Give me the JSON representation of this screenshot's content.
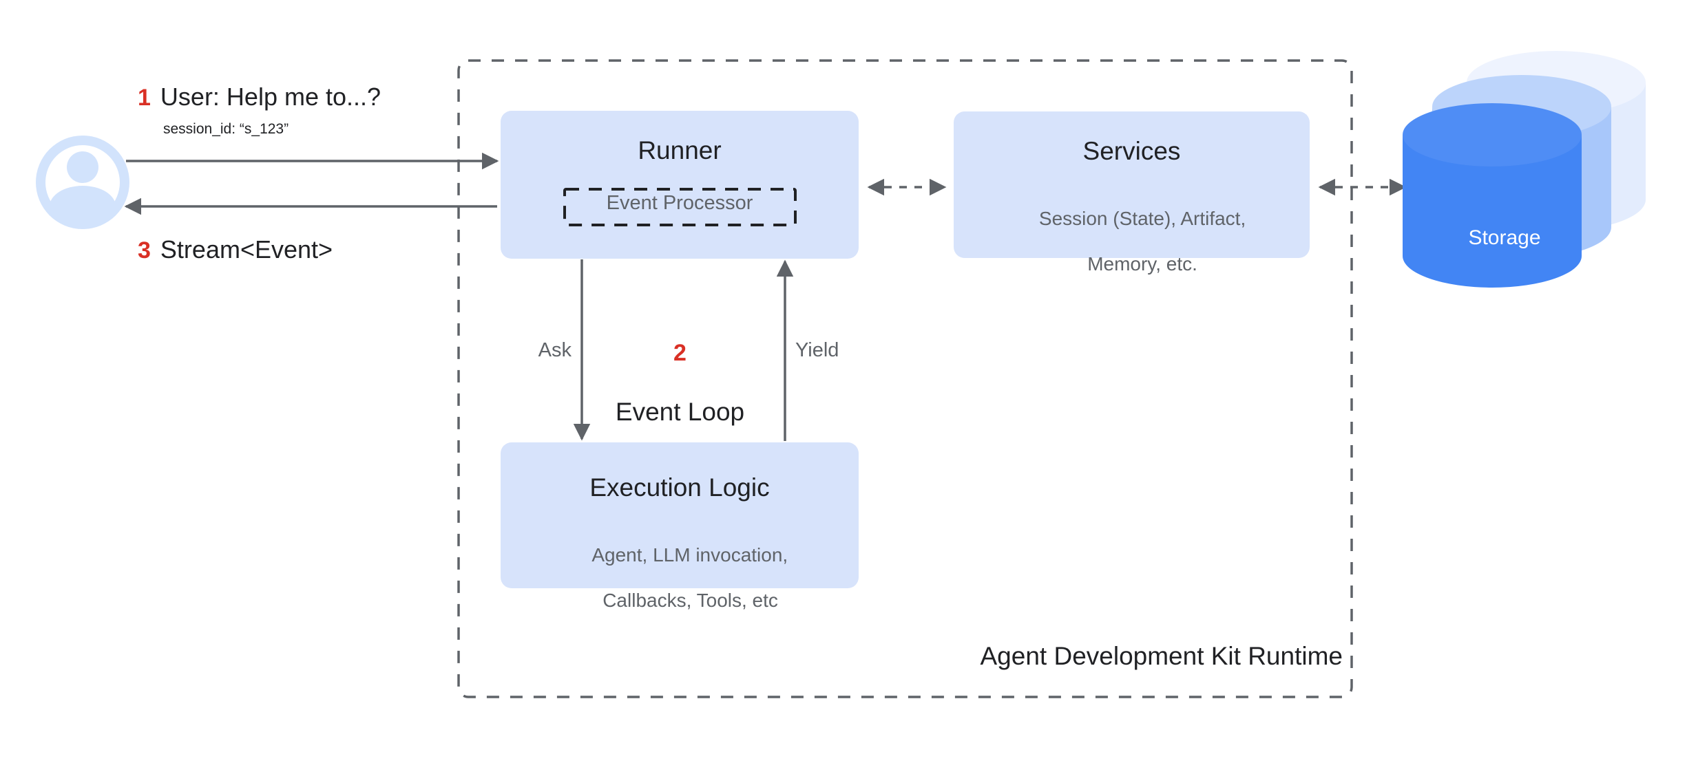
{
  "diagram": {
    "title": "Agent Development Kit Runtime",
    "container_label": "Agent Development Kit Runtime",
    "colors": {
      "box_fill": "#d7e3fb",
      "accent_number": "#d93025",
      "line": "#5f6368",
      "subtext": "#5f6368",
      "text": "#202124",
      "storage_front": "#4285f4",
      "storage_mid": "#a8c7fa",
      "storage_back": "#e3ecfd",
      "avatar_fill": "#d2e3fc"
    }
  },
  "actor": {
    "name": "User",
    "avatar_icon": "user-avatar-icon"
  },
  "steps": [
    {
      "number": "1",
      "label": "User: Help me to...?",
      "sub": "session_id: “s_123”"
    },
    {
      "number": "2",
      "label": "Event Loop"
    },
    {
      "number": "3",
      "label": "Stream<Event>"
    }
  ],
  "request": {
    "number": "1",
    "text": "User: Help me to...?",
    "session_id": "session_id: “s_123”"
  },
  "response": {
    "number": "3",
    "text": "Stream<Event>"
  },
  "event_loop": {
    "number": "2",
    "label": "Event Loop",
    "down_label": "Ask",
    "up_label": "Yield"
  },
  "nodes": {
    "runner": {
      "title": "Runner",
      "inner_label": "Event Processor"
    },
    "services": {
      "title": "Services",
      "subtitle_line1": "Session (State), Artifact,",
      "subtitle_line2": "Memory, etc."
    },
    "execution_logic": {
      "title": "Execution Logic",
      "subtitle_line1": "Agent, LLM invocation,",
      "subtitle_line2": "Callbacks, Tools, etc"
    },
    "storage": {
      "title": "Storage"
    }
  },
  "connections": [
    {
      "from": "user",
      "to": "runner",
      "style": "solid",
      "direction": "forward",
      "label": "1 User: Help me to...?"
    },
    {
      "from": "runner",
      "to": "user",
      "style": "solid",
      "direction": "forward",
      "label": "3 Stream<Event>"
    },
    {
      "from": "runner",
      "to": "execution_logic",
      "style": "solid",
      "direction": "forward",
      "label": "Ask"
    },
    {
      "from": "execution_logic",
      "to": "runner",
      "style": "solid",
      "direction": "forward",
      "label": "Yield"
    },
    {
      "from": "runner",
      "to": "services",
      "style": "dashed",
      "direction": "both",
      "label": ""
    },
    {
      "from": "services",
      "to": "storage",
      "style": "dashed",
      "direction": "both",
      "label": ""
    }
  ]
}
